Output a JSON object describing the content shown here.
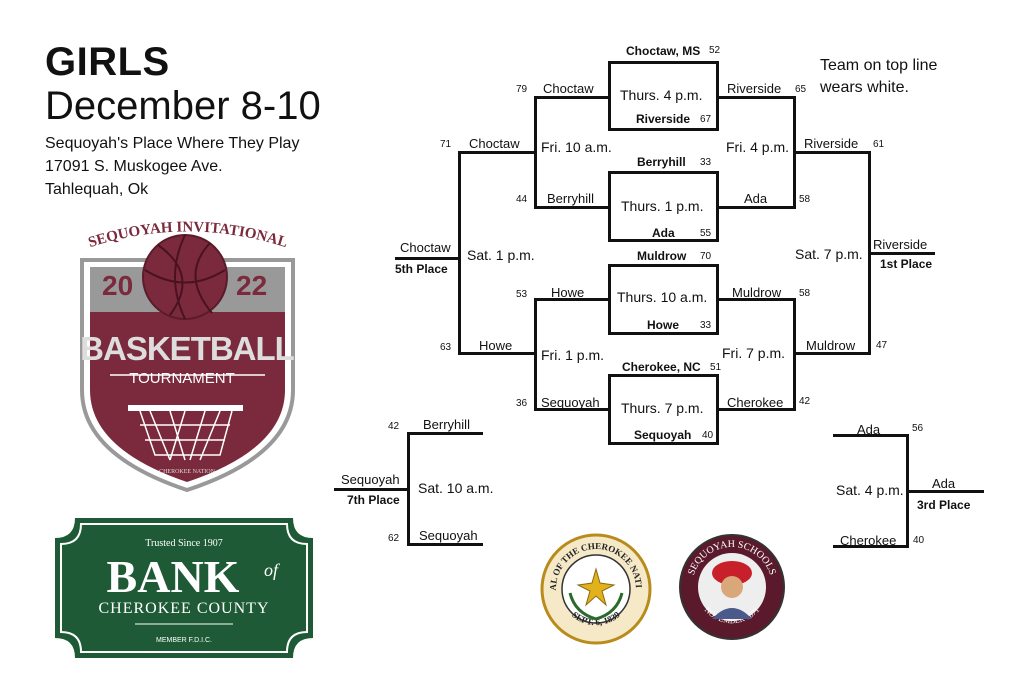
{
  "header": {
    "title": "GIRLS",
    "dates": "December 8-10",
    "venue": "Sequoyah's Place Where They Play",
    "street": "17091 S. Muskogee Ave.",
    "city": "Tahlequah, Ok"
  },
  "note": {
    "line1": "Team on top line",
    "line2": "wears white."
  },
  "logo": {
    "arc": "SEQUOYAH INVITATIONAL",
    "year_left": "20",
    "year_right": "22",
    "main": "BASKETBALL",
    "sub": "TOURNAMENT",
    "small": "CHEROKEE NATION",
    "color": "#7a2a3c"
  },
  "bank": {
    "trusted": "Trusted Since 1907",
    "bank": "BANK",
    "of": "of",
    "county": "CHEROKEE COUNTY",
    "member": "MEMBER F.D.I.C.",
    "color": "#1e5a36"
  },
  "seal1": {
    "text": "SEAL OF THE CHEROKEE NATION",
    "date": "SEPT. 6, 1839"
  },
  "seal2": {
    "text": "SEQUOYAH SCHOOLS",
    "date": "NOVEMBER 1871"
  },
  "games": {
    "g1": {
      "top_team": "Choctaw, MS",
      "top_score": "52",
      "time": "Thurs. 4 p.m.",
      "bot_team": "Riverside",
      "bot_score": "67"
    },
    "g2": {
      "top_team": "Berryhill",
      "top_score": "33",
      "time": "Thurs. 1 p.m.",
      "bot_team": "Ada",
      "bot_score": "55"
    },
    "g3": {
      "top_team": "Muldrow",
      "top_score": "70",
      "time": "Thurs. 10 a.m.",
      "bot_team": "Howe",
      "bot_score": "33"
    },
    "g4": {
      "top_team": "Cherokee, NC",
      "top_score": "51",
      "time": "Thurs. 7 p.m.",
      "bot_team": "Sequoyah",
      "bot_score": "40"
    },
    "lc1": {
      "time": "Fri. 10 a.m.",
      "top_team": "Choctaw",
      "top_score": "79",
      "bot_team": "Berryhill",
      "bot_score": "44"
    },
    "lc2": {
      "time": "Fri. 1 p.m.",
      "top_team": "Howe",
      "top_score": "53",
      "bot_team": "Sequoyah",
      "bot_score": "36"
    },
    "rc1": {
      "time": "Fri. 4 p.m.",
      "top_team": "Riverside",
      "top_score": "65",
      "bot_team": "Ada",
      "bot_score": "58"
    },
    "rc2": {
      "time": "Fri. 7 p.m.",
      "top_team": "Muldrow",
      "top_score": "58",
      "bot_team": "Cherokee",
      "bot_score": "42"
    },
    "fifth": {
      "time": "Sat. 1 p.m.",
      "top_team": "Choctaw",
      "top_score": "71",
      "bot_team": "Howe",
      "bot_score": "63",
      "winner": "Choctaw",
      "place": "5th Place"
    },
    "first": {
      "time": "Sat. 7 p.m.",
      "top_team": "Riverside",
      "top_score": "61",
      "bot_team": "Muldrow",
      "bot_score": "47",
      "winner": "Riverside",
      "place": "1st Place"
    },
    "seventh": {
      "time": "Sat. 10 a.m.",
      "top_team": "Berryhill",
      "top_score": "42",
      "bot_team": "Sequoyah",
      "bot_score": "62",
      "winner": "Sequoyah",
      "place": "7th Place"
    },
    "third": {
      "time": "Sat. 4 p.m.",
      "top_team": "Ada",
      "top_score": "56",
      "bot_team": "Cherokee",
      "bot_score": "40",
      "winner": "Ada",
      "place": "3rd Place"
    }
  }
}
